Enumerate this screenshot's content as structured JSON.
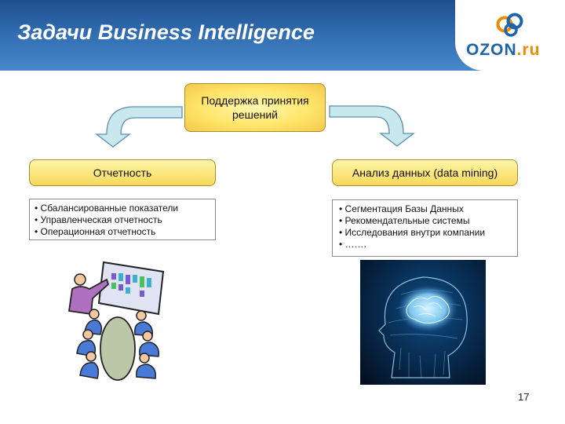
{
  "header": {
    "title": "Задачи Business Intelligence",
    "logo": {
      "main": "OZON",
      "suffix": ".ru",
      "brand_color": "#1d64a8",
      "accent_color": "#f08a00"
    }
  },
  "center_box": {
    "line1": "Поддержка принятия",
    "line2": "решений"
  },
  "left_column": {
    "heading": "Отчетность",
    "items": [
      "Сбалансированные показатели",
      "Управленческая отчетность",
      "Операционная отчетность"
    ],
    "illustration": "business-meeting-clipart"
  },
  "right_column": {
    "heading": "Анализ данных (data mining)",
    "items": [
      "Сегментация Базы Данных",
      "Рекомендательные системы",
      "Исследования внутри компании",
      "……."
    ],
    "illustration": "digital-brain-head"
  },
  "page_number": "17",
  "colors": {
    "header_blue": "#2f6bb0",
    "box_fill": "#f7d85a",
    "arrow_fill": "#c9e8ee",
    "arrow_stroke": "#5a8fb0"
  }
}
